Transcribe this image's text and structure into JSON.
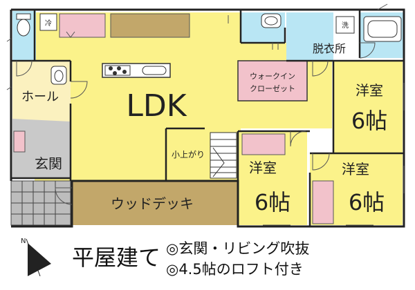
{
  "rooms": {
    "ldk": "LDK",
    "hall": "ホール",
    "genkan": "玄関",
    "wood_deck": "ウッドデッキ",
    "walk_in_closet_line1": "ウォークイン",
    "walk_in_closet_line2": "クローゼット",
    "dressing_room": "脱衣所",
    "loft_access": "小上がり",
    "youshitsu_right_top": {
      "name": "洋室",
      "size": "6帖"
    },
    "youshitsu_center": {
      "name": "洋室",
      "size": "6帖"
    },
    "youshitsu_right_bottom": {
      "name": "洋室",
      "size": "6帖"
    }
  },
  "fixtures": {
    "fridge_mark": "冷",
    "washer_mark": "洗"
  },
  "caption": {
    "title": "平屋建て",
    "feature1": "◎玄関・リビング吹抜",
    "feature2": "◎4.5帖のロフト付き"
  },
  "colors": {
    "living": "#fbf28a",
    "wet": "#b9e6f4",
    "storage": "#f2c2cb",
    "wood": "#c2a76a",
    "genkan": "#c9c9c9",
    "hall": "#fbf1bf",
    "wall": "#222222"
  }
}
